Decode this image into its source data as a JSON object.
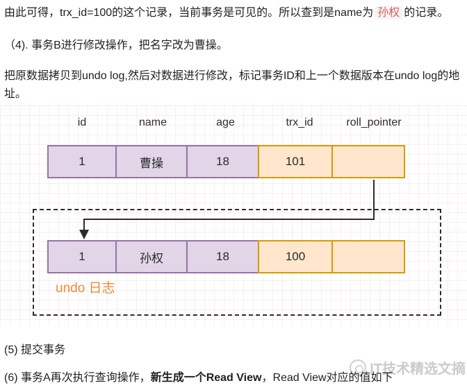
{
  "paragraphs": {
    "p1_pre": "由此可得，trx_id=100的这个记录，当前事务是可见的。所以查到是name为",
    "p1_highlight": "孙权",
    "p1_post": "的记录。",
    "p2": "（4). 事务B进行修改操作，把名字改为曹操。",
    "p3_line1": "把原数据拷贝到undo log,然后对数据进行修改，标记事务ID和上一个数据版本在undo log的地",
    "p3_line2": "址。",
    "p5": "(5) 提交事务",
    "p6_pre": "(6) 事务A再次执行查询操作，",
    "p6_bold": "新生成一个Read View",
    "p6_post": "，Read View对应的值如下"
  },
  "diagram": {
    "headers": [
      "id",
      "name",
      "age",
      "trx_id",
      "roll_pointer"
    ],
    "row_current": {
      "id": "1",
      "name": "曹操",
      "age": "18",
      "trx_id": "101",
      "roll_pointer": ""
    },
    "row_undo": {
      "id": "1",
      "name": "孙权",
      "age": "18",
      "trx_id": "100",
      "roll_pointer": ""
    },
    "undo_label": "undo 日志",
    "colors": {
      "purple_fill": "#e1d5e7",
      "purple_stroke": "#9673a6",
      "orange_fill": "#ffe6cc",
      "orange_stroke": "#d79b00",
      "undo_label_color": "#f5883a",
      "arrow_color": "#2b2b2b",
      "highlight_text": "#de5f5f"
    }
  },
  "watermark": {
    "text": "IT技术精选文摘"
  }
}
